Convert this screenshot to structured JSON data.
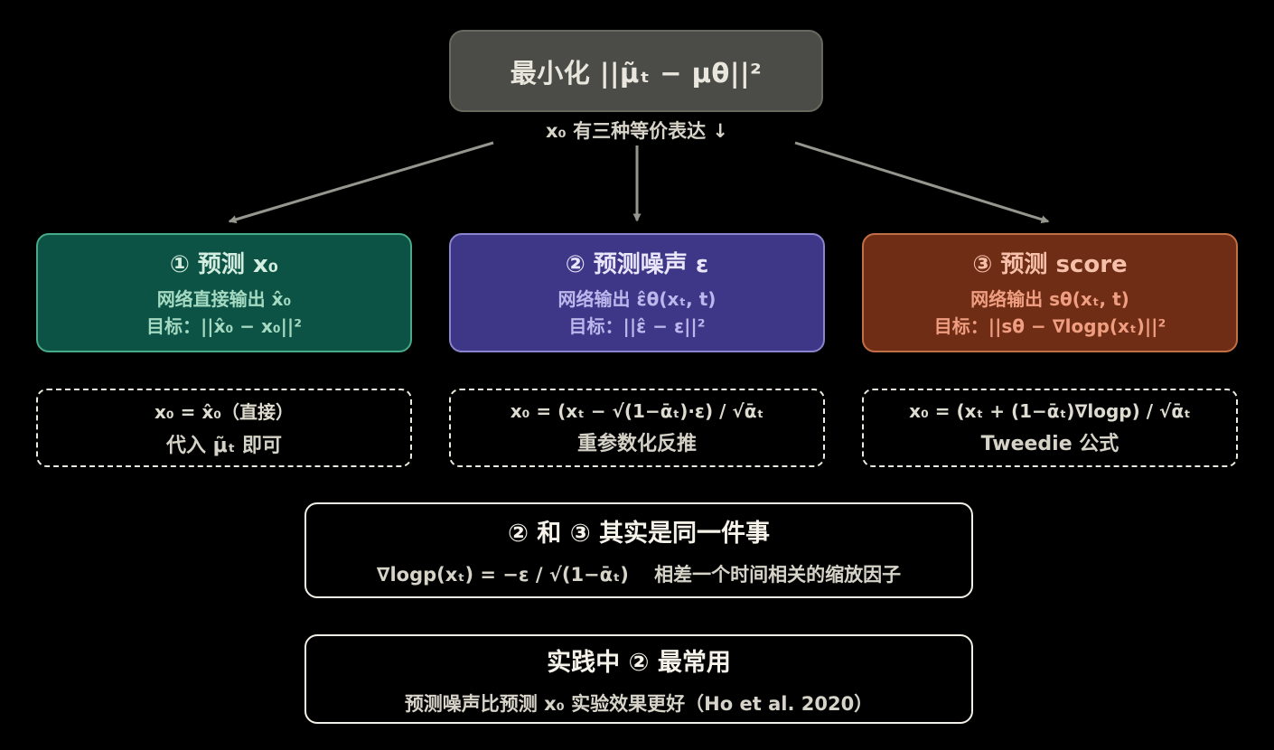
{
  "page": {
    "background_color": "#000000"
  },
  "root": {
    "title": "最小化 ||μ̃ₜ − μθ||²",
    "subtitle": "x₀ 有三种等价表达 ↓",
    "bg_color": "#4b4b47",
    "border_color": "#68685f",
    "text_color": "#e9e7dd"
  },
  "arrow_color": "#96968f",
  "branches": [
    {
      "title": "① 预测 x₀",
      "line1": "网络直接输出 x̂₀",
      "line2": "目标：||x̂₀ − x₀||²",
      "bg_color": "#0d5345",
      "border_color": "#46ab88",
      "title_color": "#d3eee0",
      "body_color": "#a5dac2",
      "derivation": {
        "formula": "x₀ = x̂₀（直接）",
        "label": "代入 μ̃ₜ 即可"
      }
    },
    {
      "title": "② 预测噪声 ε",
      "line1": "网络输出 ε̂θ(xₜ, t)",
      "line2": "目标：||ε̂ − ε||²",
      "bg_color": "#3e3787",
      "border_color": "#8b85cd",
      "title_color": "#e9e6fa",
      "body_color": "#bcb7ec",
      "derivation": {
        "formula": "x₀ = (xₜ − √(1−ᾱₜ)·ε) / √ᾱₜ",
        "label": "重参数化反推"
      }
    },
    {
      "title": "③ 预测 score",
      "line1": "网络输出 sθ(xₜ, t)",
      "line2": "目标：||sθ − ∇logp(xₜ)||²",
      "bg_color": "#702d15",
      "border_color": "#c06f47",
      "title_color": "#f6bfa9",
      "body_color": "#f09e81",
      "derivation": {
        "formula": "x₀ = (xₜ + (1−ᾱₜ)∇logp) / √ᾱₜ",
        "label": "Tweedie 公式"
      }
    }
  ],
  "notes": [
    {
      "title": "② 和 ③ 其实是同一件事",
      "body": "∇logp(xₜ) = −ε / √(1−ᾱₜ)　 相差一个时间相关的缩放因子"
    },
    {
      "title": "实践中 ② 最常用",
      "body": "预测噪声比预测 x₀ 实验效果更好（Ho et al. 2020）"
    }
  ]
}
